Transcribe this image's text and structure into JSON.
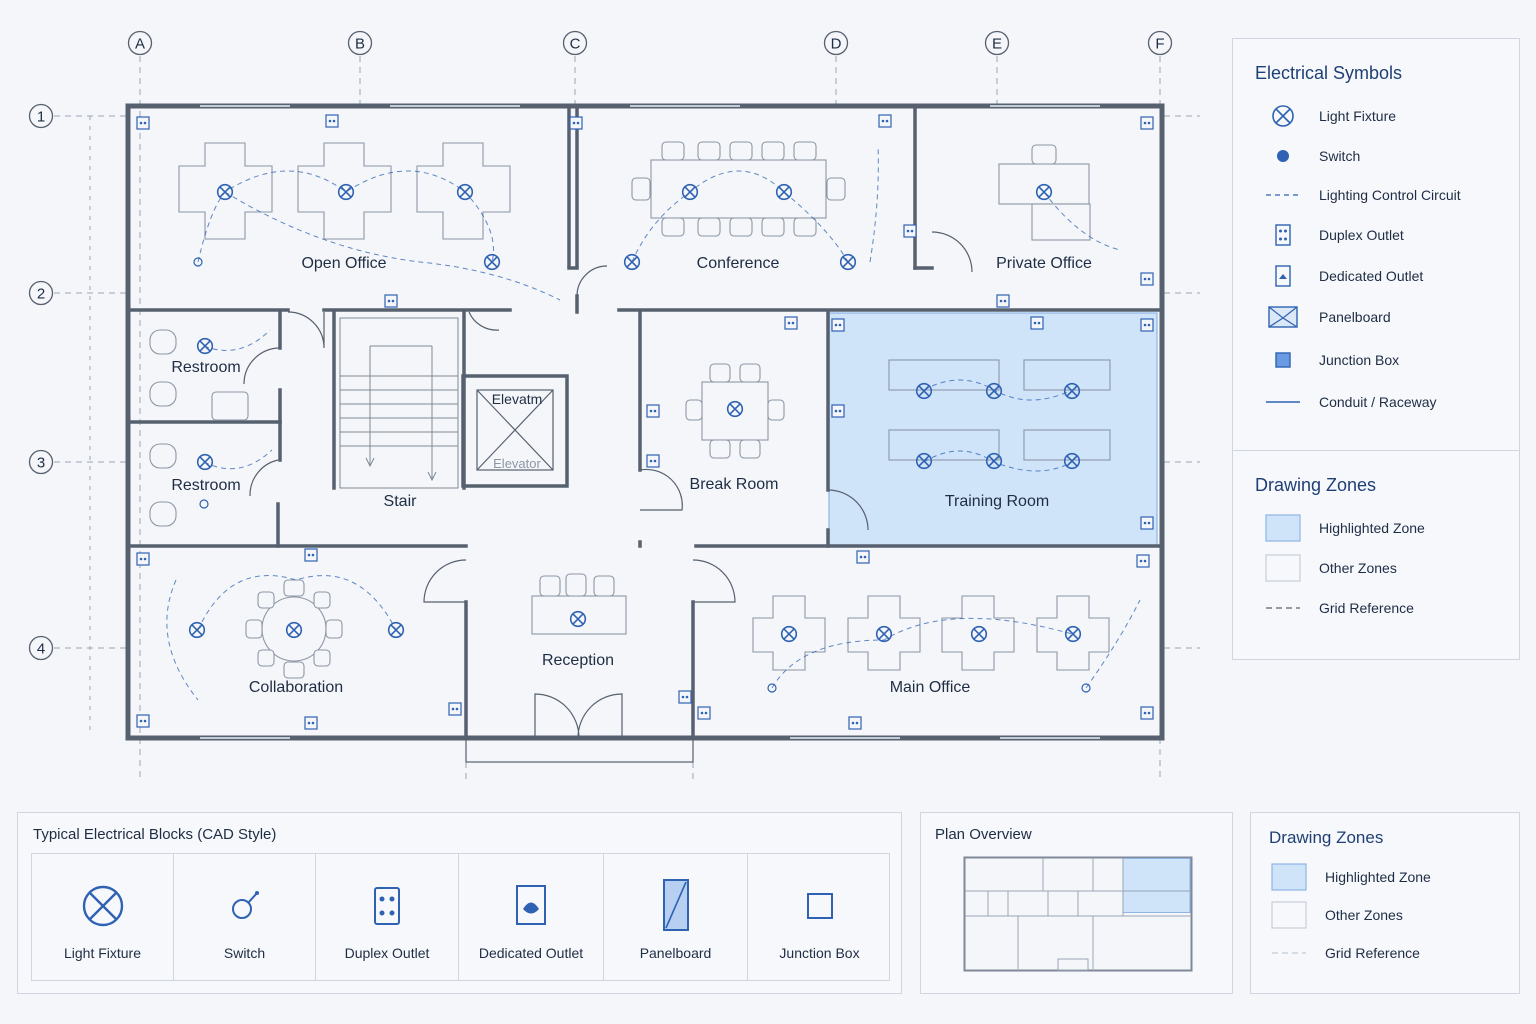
{
  "grid": {
    "columns": [
      "A",
      "B",
      "C",
      "D",
      "E",
      "F"
    ],
    "rows": [
      "1",
      "2",
      "3",
      "4"
    ]
  },
  "rooms": {
    "open_office": "Open Office",
    "conference": "Conference",
    "private_office": "Private Office",
    "restroom_1": "Restroom",
    "restroom_2": "Restroom",
    "stair": "Stair",
    "elevator_top": "Elevatm",
    "elevator_bottom": "Elevator",
    "break_room": "Break Room",
    "training_room": "Training Room",
    "collaboration": "Collaboration",
    "reception": "Reception",
    "main_office": "Main Office"
  },
  "electrical_symbols": {
    "title": "Electrical Symbols",
    "items": [
      {
        "icon": "light-fixture-icon",
        "label": "Light Fixture"
      },
      {
        "icon": "switch-icon",
        "label": "Switch"
      },
      {
        "icon": "lighting-control-circuit-icon",
        "label": "Lighting Control Circuit"
      },
      {
        "icon": "duplex-outlet-icon",
        "label": "Duplex Outlet"
      },
      {
        "icon": "dedicated-outlet-icon",
        "label": "Dedicated Outlet"
      },
      {
        "icon": "panelboard-icon",
        "label": "Panelboard"
      },
      {
        "icon": "junction-box-icon",
        "label": "Junction Box"
      },
      {
        "icon": "conduit-raceway-icon",
        "label": "Conduit / Raceway"
      }
    ]
  },
  "drawing_zones": {
    "title": "Drawing Zones",
    "items": [
      {
        "icon": "highlighted-zone-swatch",
        "label": "Highlighted Zone"
      },
      {
        "icon": "other-zones-swatch",
        "label": "Other Zones"
      },
      {
        "icon": "grid-reference-line",
        "label": "Grid Reference"
      }
    ]
  },
  "typical_blocks": {
    "title": "Typical Electrical Blocks (CAD Style)",
    "items": [
      {
        "icon": "light-fixture-icon",
        "label": "Light Fixture"
      },
      {
        "icon": "switch-icon",
        "label": "Switch"
      },
      {
        "icon": "duplex-outlet-icon",
        "label": "Duplex Outlet"
      },
      {
        "icon": "dedicated-outlet-icon",
        "label": "Dedicated Outlet"
      },
      {
        "icon": "panelboard-icon",
        "label": "Panelboard"
      },
      {
        "icon": "junction-box-icon",
        "label": "Junction Box"
      }
    ]
  },
  "plan_overview": {
    "title": "Plan Overview"
  },
  "drawing_zones_2": {
    "title": "Drawing Zones",
    "items": [
      {
        "icon": "highlighted-zone-swatch",
        "label": "Highlighted Zone"
      },
      {
        "icon": "other-zones-swatch",
        "label": "Other Zones"
      },
      {
        "icon": "grid-reference-line",
        "label": "Grid Reference"
      }
    ]
  },
  "colors": {
    "wall": "#56606f",
    "blueprint": "#2f62b3",
    "highlight": "#cfe3f9",
    "furniture": "#8d97a6"
  }
}
